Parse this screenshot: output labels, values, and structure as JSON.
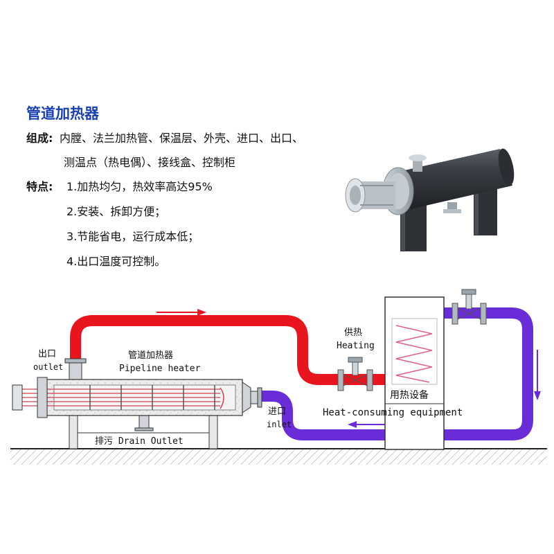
{
  "title": "管道加热器",
  "composition": {
    "label": "组成:",
    "line1": "内膛、法兰加热管、保温层、外壳、进口、出口、",
    "line2": "测温点（热电偶）、接线盒、控制柜"
  },
  "features": {
    "label": "特点:",
    "items": [
      "1.加热均匀，热效率高达95%",
      "2.安装、拆卸方便；",
      "3.节能省电，运行成本低；",
      "4.出口温度可控制。"
    ]
  },
  "diagram_labels": {
    "outlet_cn": "出口",
    "outlet_en": "outlet",
    "heater_cn": "管道加热器",
    "heater_en": "Pipeline heater",
    "heating_cn": "供热",
    "heating_en": "Heating",
    "equipment_cn": "用热设备",
    "equipment_en": "Heat-consuming equipment",
    "inlet_cn": "进口",
    "inlet_en": "inlet",
    "drain": "排污 Drain Outlet"
  },
  "colors": {
    "title": "#1a3fb0",
    "hot_pipe": "#e8141e",
    "cold_pipe": "#6a2bd8",
    "heater_body": "#e6e6e6",
    "text": "#111111"
  }
}
